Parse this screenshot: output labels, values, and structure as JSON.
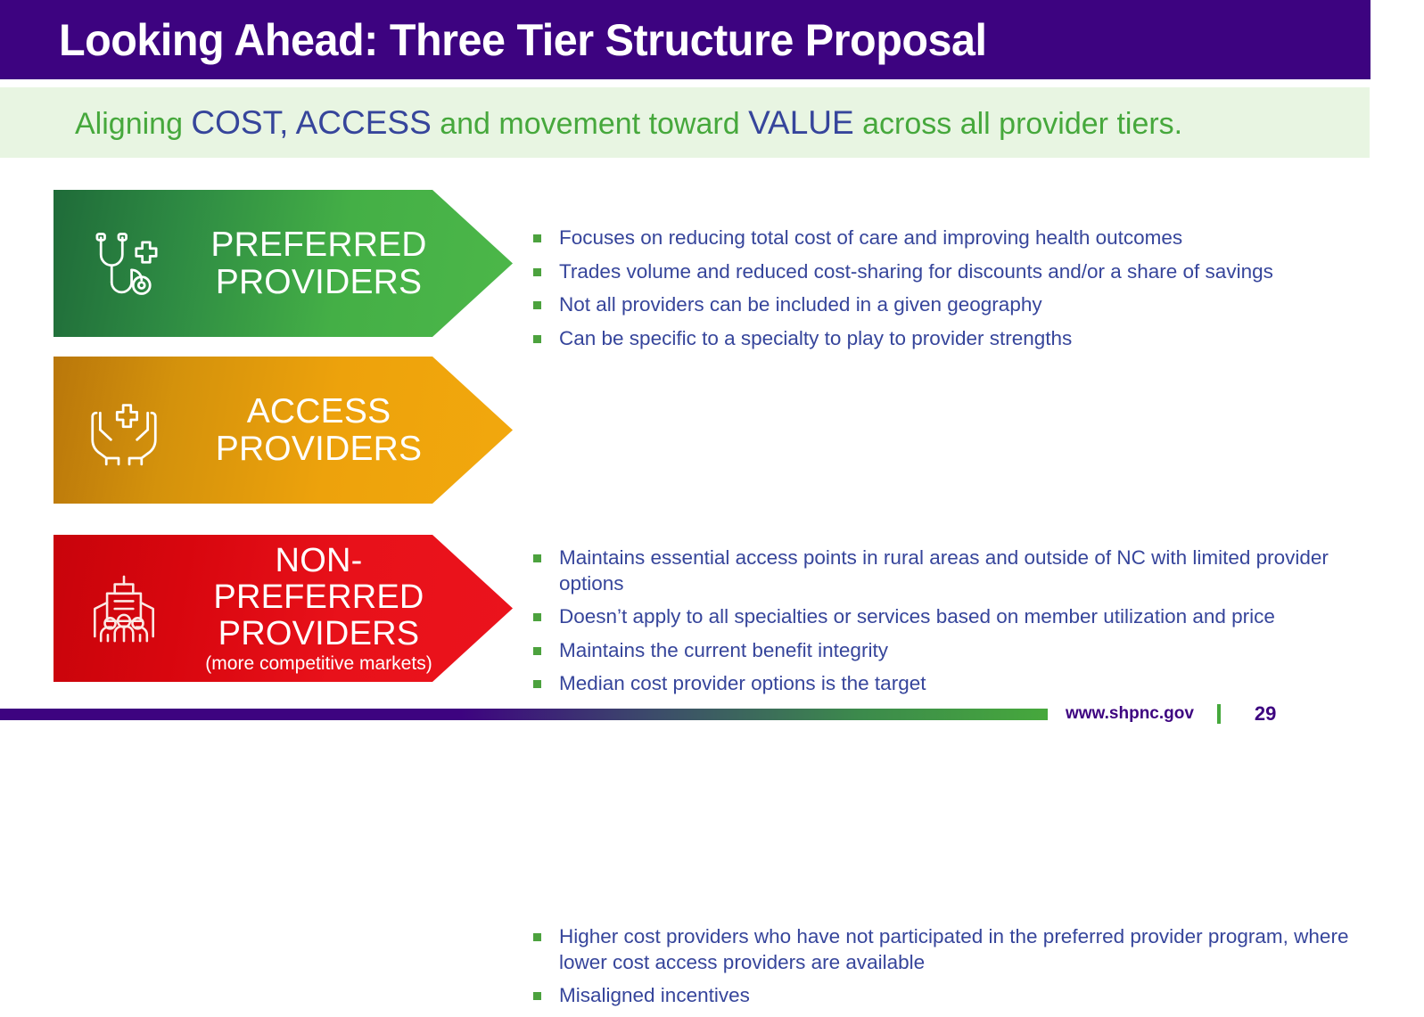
{
  "slide": {
    "title": "Looking Ahead: Three Tier Structure Proposal",
    "subtitle_parts": [
      {
        "text": "Aligning ",
        "style": "green"
      },
      {
        "text": "COST, ACCESS",
        "style": "blue"
      },
      {
        "text": " and movement toward ",
        "style": "green"
      },
      {
        "text": "VALUE",
        "style": "blue"
      },
      {
        "text": " across all provider tiers.",
        "style": "green"
      }
    ],
    "colors": {
      "header_purple": "#3D0380",
      "subtitle_band": "#E8F5E2",
      "subtitle_green": "#46A83C",
      "subtitle_blue": "#36459B",
      "bullet_text": "#36459B",
      "bullet_marker": "#4CA23E",
      "tier_green": "#44AF46",
      "tier_orange": "#EDA20C",
      "tier_red": "#E8111A"
    }
  },
  "tiers": [
    {
      "id": "preferred",
      "icon": "stethoscope-cross-icon",
      "label_main": "PREFERRED",
      "label_main2": "PROVIDERS",
      "label_sub": "",
      "bullets": [
        "Focuses on reducing total cost of care and improving health outcomes",
        "Trades volume and reduced cost-sharing for discounts and/or a share of savings",
        "Not all providers can be included in a given geography",
        "Can be specific to a specialty to play to provider strengths"
      ]
    },
    {
      "id": "access",
      "icon": "hands-holding-cross-icon",
      "label_main": "ACCESS",
      "label_main2": "PROVIDERS",
      "label_sub": "",
      "bullets": [
        "Maintains essential access points in rural areas and outside of NC with limited provider options",
        "Doesn’t apply to all specialties or services based on member utilization and price",
        "Maintains the current benefit integrity",
        "Median cost provider options is the target"
      ]
    },
    {
      "id": "non-preferred",
      "icon": "hospital-people-icon",
      "label_main": "NON-PREFERRED",
      "label_main2": "PROVIDERS",
      "label_sub": "(more competitive markets)",
      "bullets": [
        "Higher cost providers who have not participated in the preferred provider program, where lower cost access providers are available",
        "Misaligned incentives"
      ]
    }
  ],
  "footer": {
    "url": "www.shpnc.gov",
    "divider": "|",
    "page_number": "29"
  }
}
